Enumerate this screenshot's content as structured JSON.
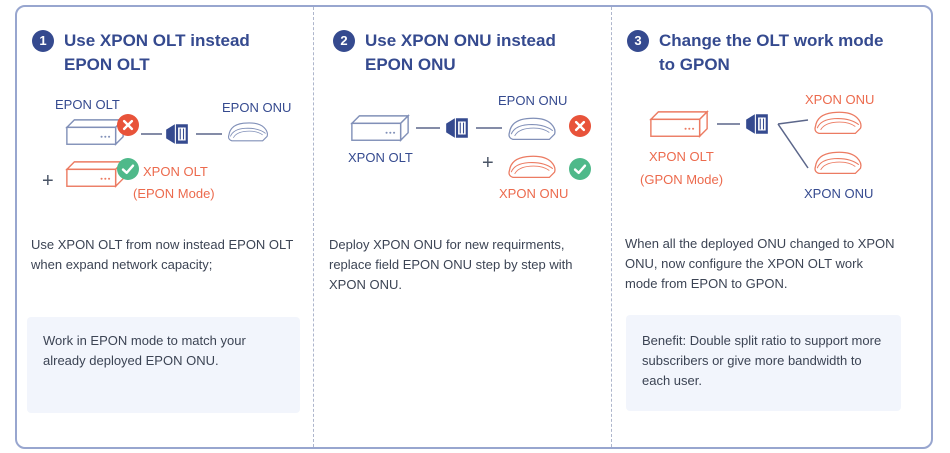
{
  "colors": {
    "border": "#98a6cf",
    "title": "#354a8f",
    "text": "#3c4454",
    "device_blue": "#8190b8",
    "device_orange": "#ec7b62",
    "note_bg": "#f2f5fc",
    "error": "#e8533a",
    "success": "#4fb98a"
  },
  "steps": [
    {
      "number": "1",
      "title_line1": "Use XPON OLT instead",
      "title_line2": "EPON OLT",
      "labels": {
        "epon_olt": "EPON OLT",
        "epon_onu": "EPON ONU",
        "xpon_olt": "XPON OLT",
        "xpon_olt_mode": "(EPON Mode)"
      },
      "description": "Use XPON OLT from now instead EPON OLT when expand network capacity;",
      "note": "Work in EPON mode to match your already deployed EPON ONU."
    },
    {
      "number": "2",
      "title_line1": "Use XPON ONU instead",
      "title_line2": "EPON ONU",
      "labels": {
        "xpon_olt": "XPON OLT",
        "epon_onu": "EPON ONU",
        "xpon_onu": "XPON ONU"
      },
      "description": "Deploy XPON ONU for new requirments, replace field EPON ONU step by step with XPON ONU."
    },
    {
      "number": "3",
      "title_line1": "Change the OLT work mode",
      "title_line2": "to GPON",
      "labels": {
        "xpon_olt": "XPON OLT",
        "xpon_olt_mode": "(GPON Mode)",
        "xpon_onu_top": "XPON ONU",
        "xpon_onu_bottom": "XPON ONU"
      },
      "description": "When all the deployed ONU changed to XPON ONU, now configure the XPON OLT work mode from EPON to GPON.",
      "note": "Benefit: Double split ratio to support more subscribers or give more bandwidth to each user."
    }
  ],
  "icons": {
    "olt": "olt-device-icon",
    "onu": "onu-router-icon",
    "splitter": "splitter-icon",
    "error": "x-mark-icon",
    "success": "check-mark-icon"
  }
}
